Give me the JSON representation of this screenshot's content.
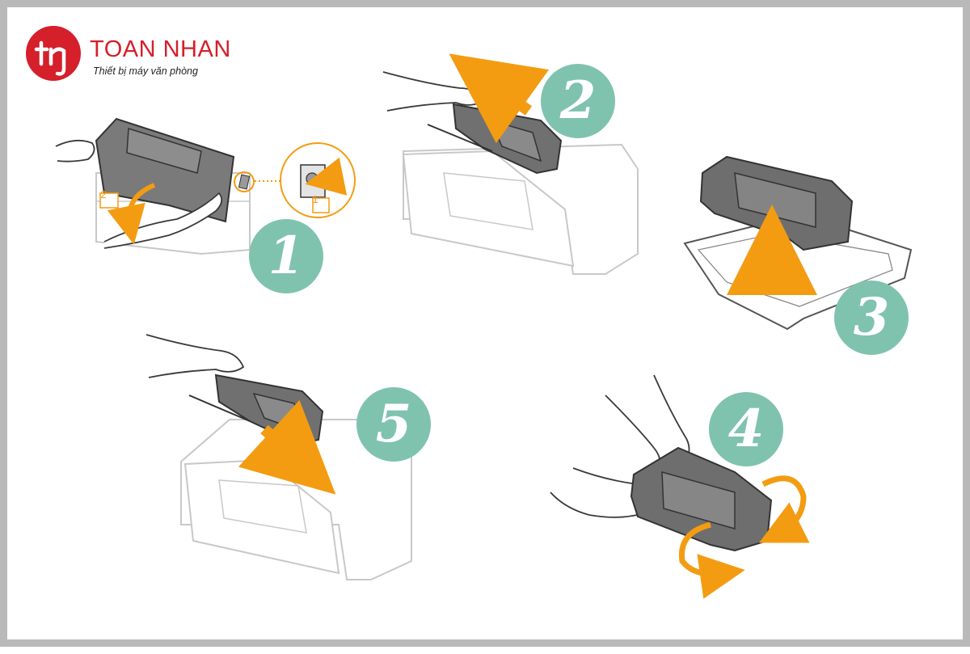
{
  "brand": {
    "name": "TOAN NHAN",
    "tagline": "Thiết bị máy văn phòng",
    "monogram": "tn",
    "color": "#d51f2b"
  },
  "steps": [
    {
      "number": "1",
      "callouts": [
        "1",
        "2"
      ]
    },
    {
      "number": "2"
    },
    {
      "number": "3"
    },
    {
      "number": "4"
    },
    {
      "number": "5"
    }
  ],
  "colors": {
    "badge": "#7fc3ae",
    "arrow": "#f39c12",
    "line": "#3a3a3a",
    "outline": "#c8c8c8"
  }
}
